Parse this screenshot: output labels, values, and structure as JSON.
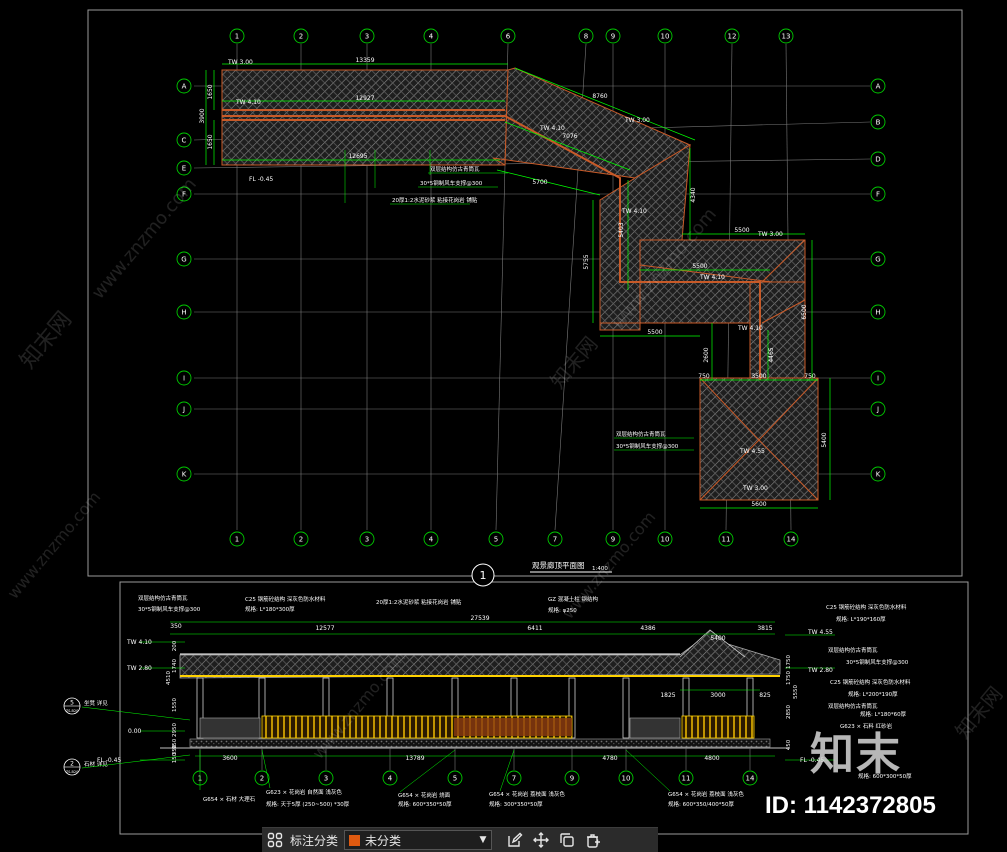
{
  "colors": {
    "grid": "#00c800",
    "dim": "#00ff00",
    "hatch": "#7a7a7a",
    "beam": "#c85a28",
    "text": "#ffffff",
    "yellow": "#ffd200",
    "frame": "#9a9a9a"
  },
  "plan": {
    "title": "观景廊顶平面图",
    "scale": "1:400",
    "section_number": "1",
    "col_top": [
      "1",
      "2",
      "3",
      "4",
      "6",
      "8",
      "9",
      "10",
      "12",
      "13"
    ],
    "col_bottom": [
      "1",
      "2",
      "3",
      "4",
      "5",
      "7",
      "9",
      "10",
      "11",
      "14"
    ],
    "rows_left": [
      "A",
      "C",
      "E",
      "F",
      "G",
      "H",
      "I",
      "J",
      "K"
    ],
    "rows_right": [
      "A",
      "B",
      "D",
      "F",
      "G",
      "H",
      "I",
      "J",
      "K"
    ],
    "dims": [
      "13359",
      "12927",
      "12695",
      "8760",
      "7076",
      "5700",
      "5755",
      "5403",
      "5500",
      "5500",
      "5500",
      "4340",
      "2600",
      "4465",
      "3500",
      "750",
      "750",
      "5600",
      "5400",
      "6500",
      "3900",
      "1650",
      "1650",
      "350"
    ],
    "elev": [
      "TW 3.00",
      "TW 4.10",
      "TW 4.10",
      "TW 3.00",
      "TW 4.10",
      "TW 3.00",
      "TW 4.10",
      "TW 4.10",
      "TW 4.55",
      "TW 3.00",
      "FL -0.45"
    ],
    "notes": [
      "双层结构仿古青筒瓦",
      "30*5钢制风车支撑@300",
      "20厚1:2水泥砂浆  粘接花岗岩  铺贴",
      "双层结构仿古青筒瓦",
      "30*5钢制风车支撑@300"
    ]
  },
  "elevation": {
    "top_notes": [
      "双层结构仿古青筒瓦",
      "30*5钢制风车支撑@300",
      "C25 钢筋砼结构  深灰色防水材料",
      "规格: L*180*300厚",
      "20厚1:2水泥砂浆  粘接花岗岩  铺贴",
      "GZ 混凝土柱  钢结构",
      "规格: φ250",
      "C25 钢筋砼结构  深灰色防水材料",
      "规格: L*190*160厚"
    ],
    "right_notes": [
      "双层结构仿古青筒瓦",
      "30*5钢制风车支撑@300",
      "C25 钢筋砼结构  深灰色防水材料",
      "规格: L*200*190厚",
      "双层结构仿古青筒瓦",
      "规格: L*180*60厚",
      "G623 × 石料  红砂岩",
      "规格: 600*300*50厚"
    ],
    "bottom_notes": [
      "G654 × 石材  大理石",
      "G623 × 花岗岩  自然面  浅灰色",
      "规格: 天于5厚 (250~500) *30厚",
      "G654 × 花岗岩  烧面",
      "规格: 600*350*50厚",
      "G654 × 花岗岩  荔枝面  浅灰色",
      "规格: 300*350*50厚",
      "G654 × 花岗岩  荔枝面  浅灰色",
      "规格: 600*350/400*50厚"
    ],
    "dims_top": [
      "350",
      "12577",
      "27539",
      "6411",
      "4386",
      "5400",
      "3815"
    ],
    "dims_bottom": [
      "3600",
      "13789",
      "4780",
      "4800",
      "1825",
      "3000",
      "825"
    ],
    "left_dims": [
      "1550",
      "4510",
      "2950",
      "950",
      "350",
      "150",
      "1740",
      "200"
    ],
    "right_dims": [
      "1750",
      "1750",
      "5550",
      "2850",
      "450"
    ],
    "levels": [
      "TW 4.10",
      "TW 2.80",
      "0.00",
      "FL -0.45",
      "TW 4.55",
      "TW 2.80",
      "FL -0.45"
    ],
    "markers": [
      {
        "n": "5",
        "t": "ZS-B20"
      },
      {
        "n": "2",
        "t": "ZS-B20"
      }
    ],
    "marker_notes": [
      "坐凳  详见",
      "石材  详见"
    ],
    "cols": [
      "1",
      "2",
      "3",
      "4",
      "5",
      "7",
      "9",
      "10",
      "11",
      "14"
    ]
  },
  "toolbar": {
    "label": "标注分类",
    "select_value": "未分类",
    "swatch_color": "#e05a10"
  },
  "watermark": {
    "brand": "知末",
    "id": "ID: 1142372805",
    "site": "www.znzmo.com",
    "cn": "知末网"
  }
}
